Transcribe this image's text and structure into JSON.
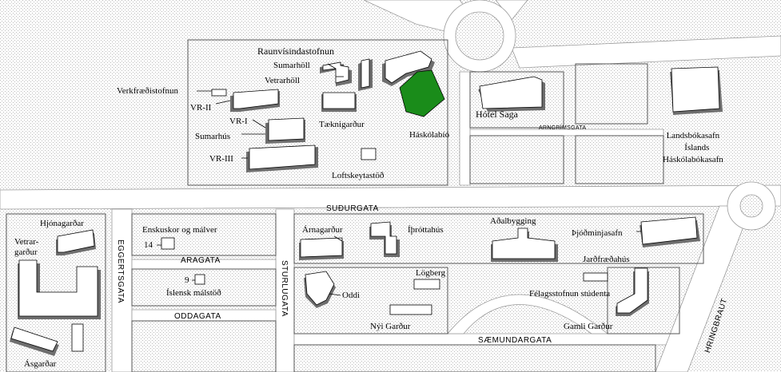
{
  "map": {
    "buildings": {
      "raunvisindastofnun": "Raunvísindastofnun",
      "sumarholl": "Sumarhöll",
      "vetrarholl": "Vetrarhöll",
      "verkfraedistofnun": "Verkfræðistofnun",
      "vr2": "VR-II",
      "vr1": "VR-I",
      "sumarhus": "Sumarhús",
      "taeknigardur": "Tæknigarður",
      "haskolabio": "Háskólabíó",
      "vr3": "VR-III",
      "loftskeytastod": "Loftskeytastöð",
      "hotel_saga": "Hótel Saga",
      "landsbokasafn": [
        "Landsbókasafn",
        "Íslands",
        "Háskólabókasafn"
      ],
      "hjonagardar": "Hjónagarðar",
      "vetrargardur": [
        "Vetrar-",
        "garður"
      ],
      "enskuskor": "Enskuskor og málver",
      "islensk_malstod": "Íslensk málstöð",
      "asgardar": "Ásgarðar",
      "arnagardur": "Árnagarður",
      "ithrottahus": "Íþróttahús",
      "adalbygging": "Aðalbygging",
      "thjodminjasafn": "Þjóðminjasafn",
      "jardfraedihus": "Jarðfræðahús",
      "logberg": "Lögberg",
      "oddi": "Oddi",
      "felagsstofnun": "Félagsstofnun stúdenta",
      "nyi_gardur": "Nýi Garður",
      "gamli_gardur": "Gamli Garður"
    },
    "house_numbers": {
      "enskuskor": "14",
      "malstod": "9"
    },
    "streets": {
      "sudurgata": "SUÐURGATA",
      "aragata": "ARAGATA",
      "oddagata": "ODDAGATA",
      "saemundargata": "SÆMUNDARGATA",
      "eggertsgata": "EGGERTSGATA",
      "sturlugata": "STURLUGATA",
      "hringbraut": "HRINGBRAUT",
      "arngrimsgata": "ARNGRÍMSGATA"
    },
    "colors": {
      "highlight": "#1a8c1a",
      "road": "#ffffff",
      "block_dots": "#bdbdbd",
      "building_roof": "#ffffff",
      "building_shadow": "#6e6e6e"
    }
  }
}
